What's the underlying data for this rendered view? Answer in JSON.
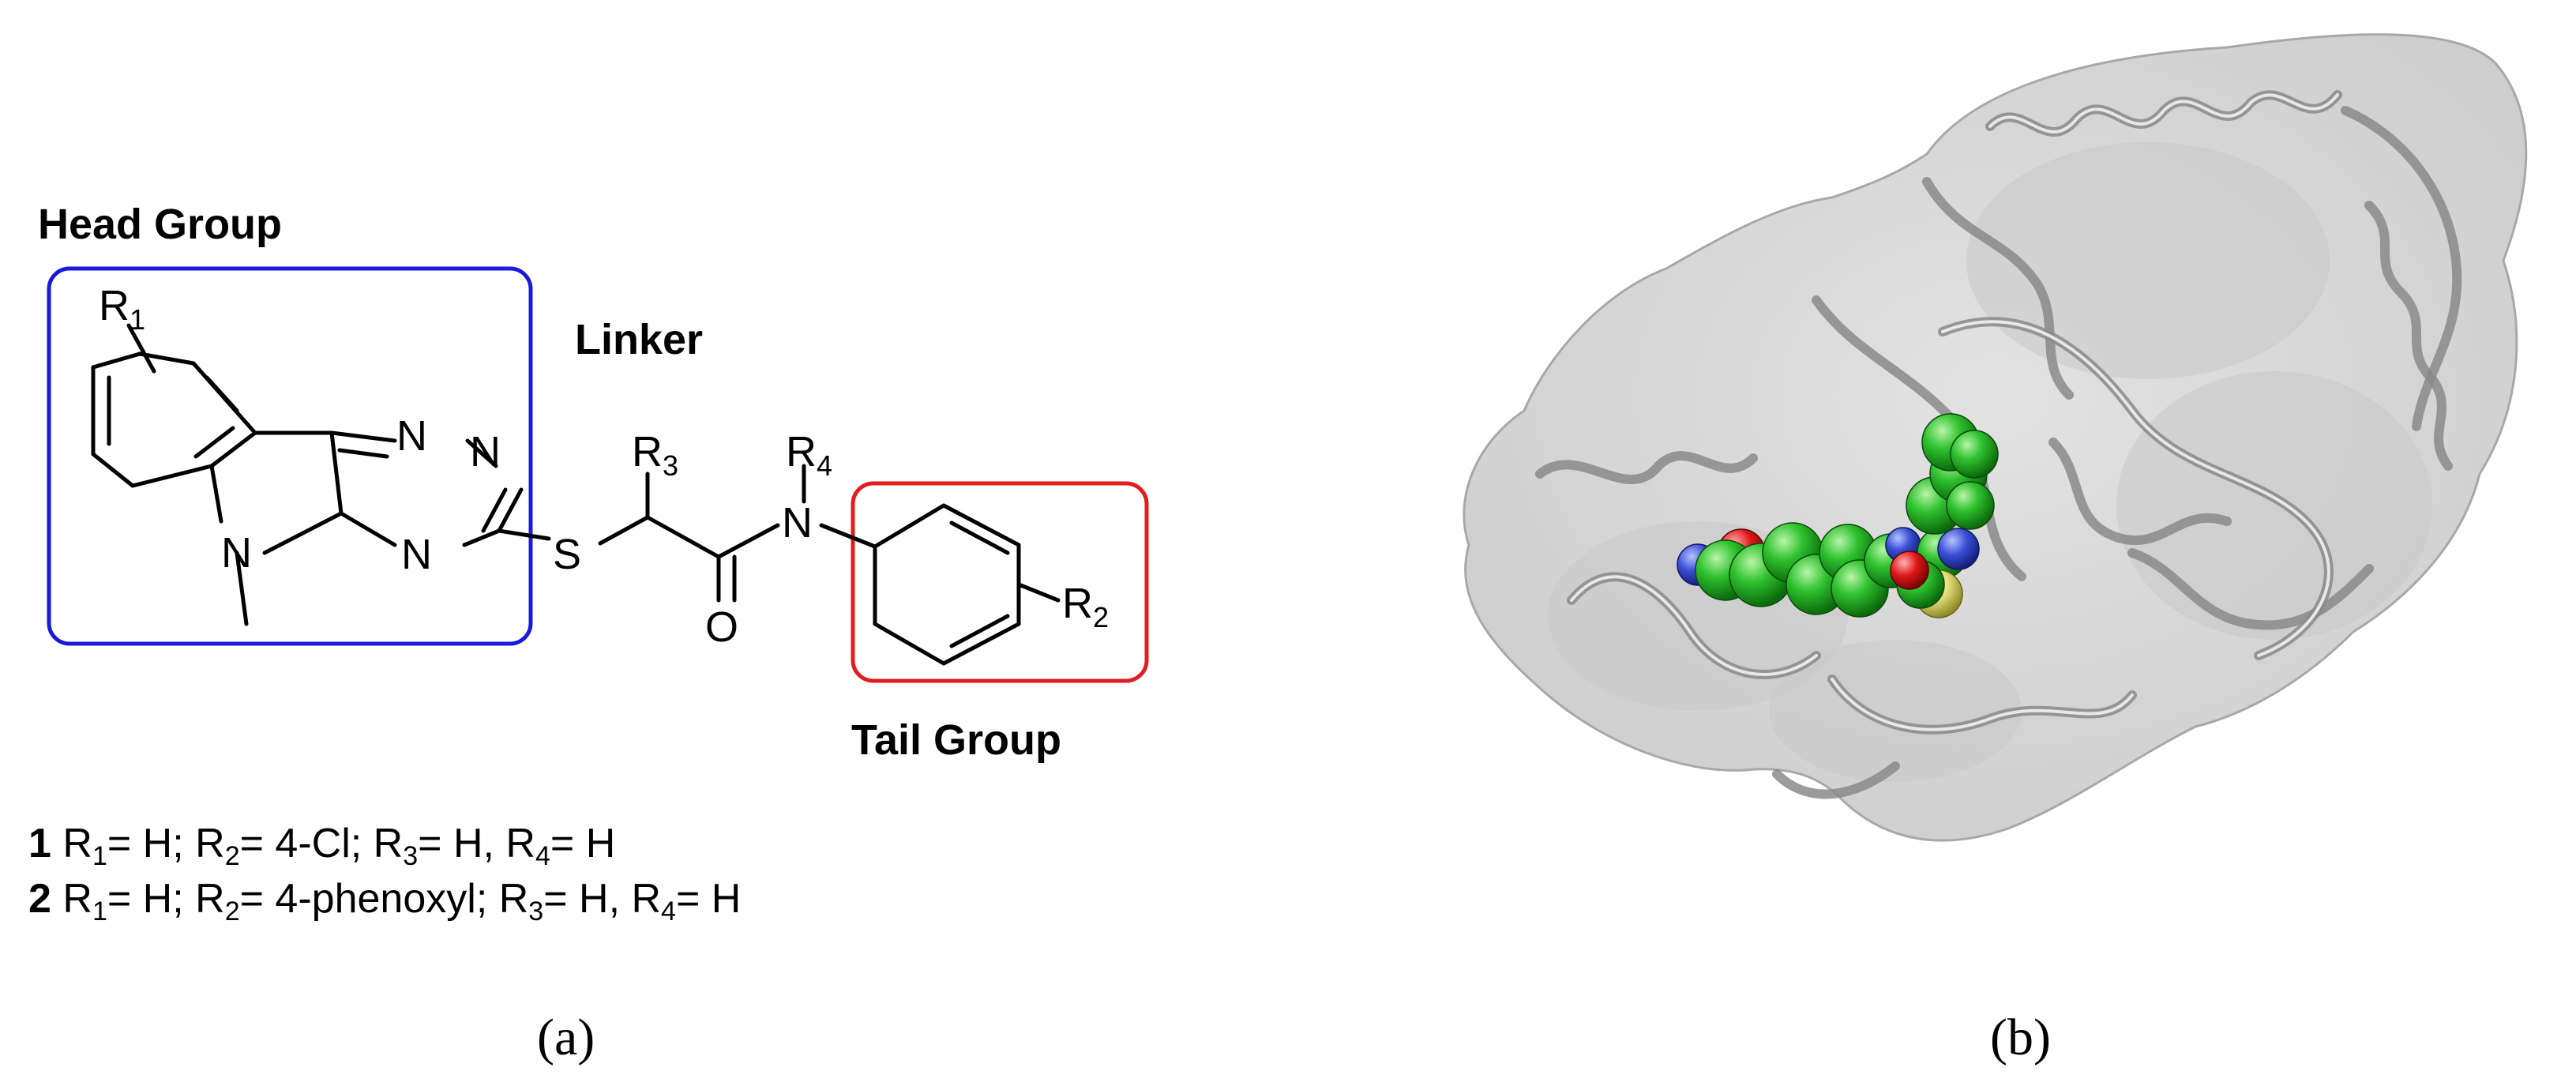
{
  "panel_a": {
    "labels": {
      "head_group": "Head Group",
      "linker": "Linker",
      "tail_group": "Tail Group"
    },
    "box_colors": {
      "head": "#1a1adb",
      "tail": "#e11d1d"
    },
    "atoms": {
      "r1": "R",
      "r1_sub": "1",
      "r2": "R",
      "r2_sub": "2",
      "r3": "R",
      "r3_sub": "3",
      "r4": "R",
      "r4_sub": "4",
      "n_top": "N",
      "n_top2": "N",
      "n_mid": "N",
      "n_ring": "N",
      "n_indole": "N",
      "n_amide": "N",
      "s": "S",
      "o": "O",
      "eq": "="
    },
    "compounds": [
      {
        "number": "1",
        "r1_value": "= H; ",
        "r2_value": "= 4-Cl; ",
        "r3_value": "= H, ",
        "r4_value": "= H"
      },
      {
        "number": "2",
        "r1_value": "= H; ",
        "r2_value": "= 4-phenoxyl; ",
        "r3_value": "= H, ",
        "r4_value": "= H"
      }
    ],
    "caption": "(a)"
  },
  "panel_b": {
    "caption": "(b)",
    "colors": {
      "ligand_carbon": "#22b322",
      "nitrogen": "#3a4fd6",
      "oxygen": "#e01818",
      "sulfur": "#e6e07a",
      "protein": "#9e9e9e"
    }
  }
}
